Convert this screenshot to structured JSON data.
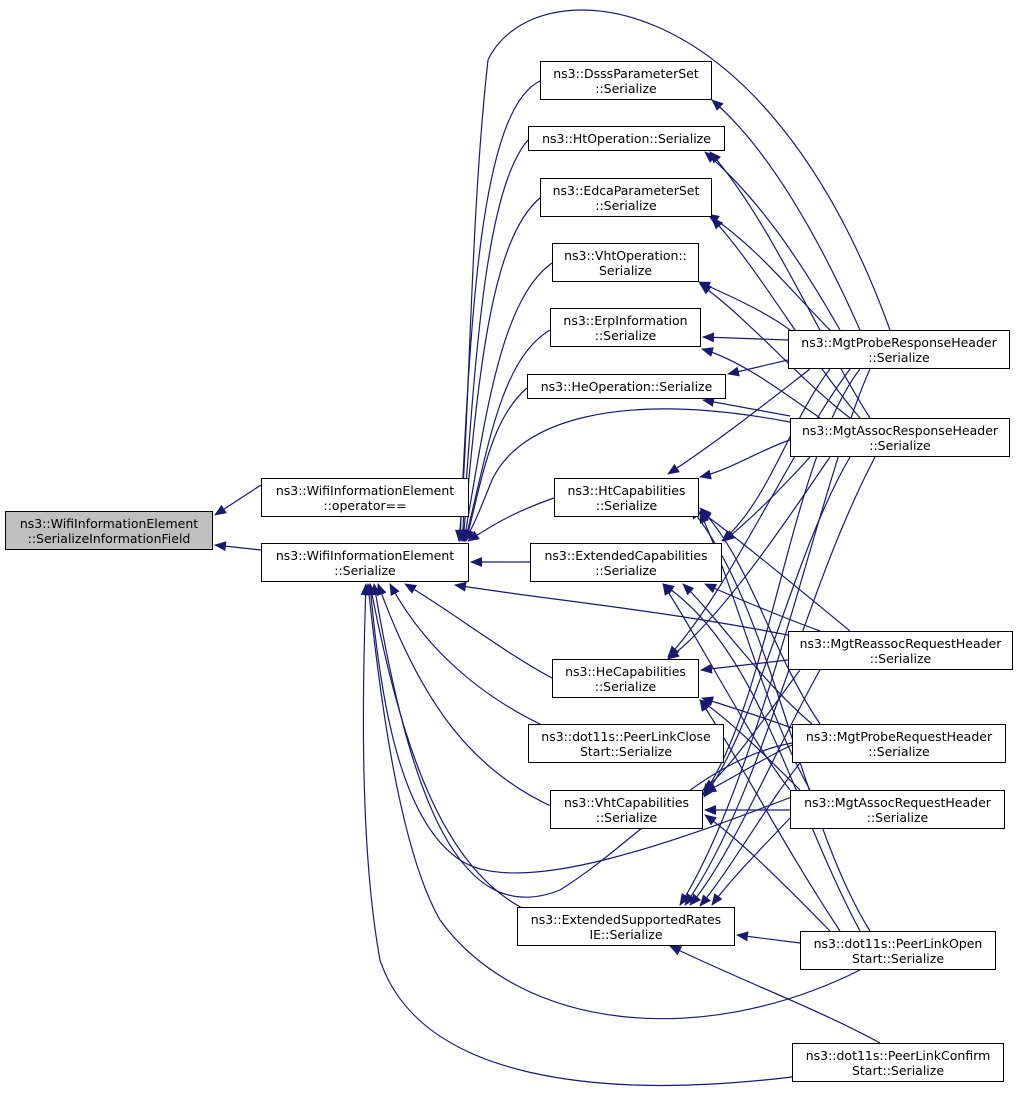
{
  "colors": {
    "edge": "#191970",
    "root_fill": "#bfbfbf",
    "node_fill": "#ffffff",
    "border": "#000000"
  },
  "nodes": {
    "root": [
      "ns3::WifiInformationElement",
      "::SerializeInformationField"
    ],
    "wie_eq": [
      "ns3::WifiInformationElement",
      "::operator=="
    ],
    "wie_ser": [
      "ns3::WifiInformationElement",
      "::Serialize"
    ],
    "dsss": [
      "ns3::DsssParameterSet",
      "::Serialize"
    ],
    "htop": [
      "ns3::HtOperation::Serialize"
    ],
    "edca": [
      "ns3::EdcaParameterSet",
      "::Serialize"
    ],
    "vhtop": [
      "ns3::VhtOperation::",
      "Serialize"
    ],
    "erp": [
      "ns3::ErpInformation",
      "::Serialize"
    ],
    "heop": [
      "ns3::HeOperation::Serialize"
    ],
    "htcap": [
      "ns3::HtCapabilities",
      "::Serialize"
    ],
    "extcap": [
      "ns3::ExtendedCapabilities",
      "::Serialize"
    ],
    "hecap": [
      "ns3::HeCapabilities",
      "::Serialize"
    ],
    "plclose": [
      "ns3::dot11s::PeerLinkClose",
      "Start::Serialize"
    ],
    "vhtcap": [
      "ns3::VhtCapabilities",
      "::Serialize"
    ],
    "esr": [
      "ns3::ExtendedSupportedRates",
      "IE::Serialize"
    ],
    "mprobresp": [
      "ns3::MgtProbeResponseHeader",
      "::Serialize"
    ],
    "massocresp": [
      "ns3::MgtAssocResponseHeader",
      "::Serialize"
    ],
    "mreassocreq": [
      "ns3::MgtReassocRequestHeader",
      "::Serialize"
    ],
    "mprobereq": [
      "ns3::MgtProbeRequestHeader",
      "::Serialize"
    ],
    "massocreq": [
      "ns3::MgtAssocRequestHeader",
      "::Serialize"
    ],
    "plopen": [
      "ns3::dot11s::PeerLinkOpen",
      "Start::Serialize"
    ],
    "plconfirm": [
      "ns3::dot11s::PeerLinkConfirm",
      "Start::Serialize"
    ]
  }
}
